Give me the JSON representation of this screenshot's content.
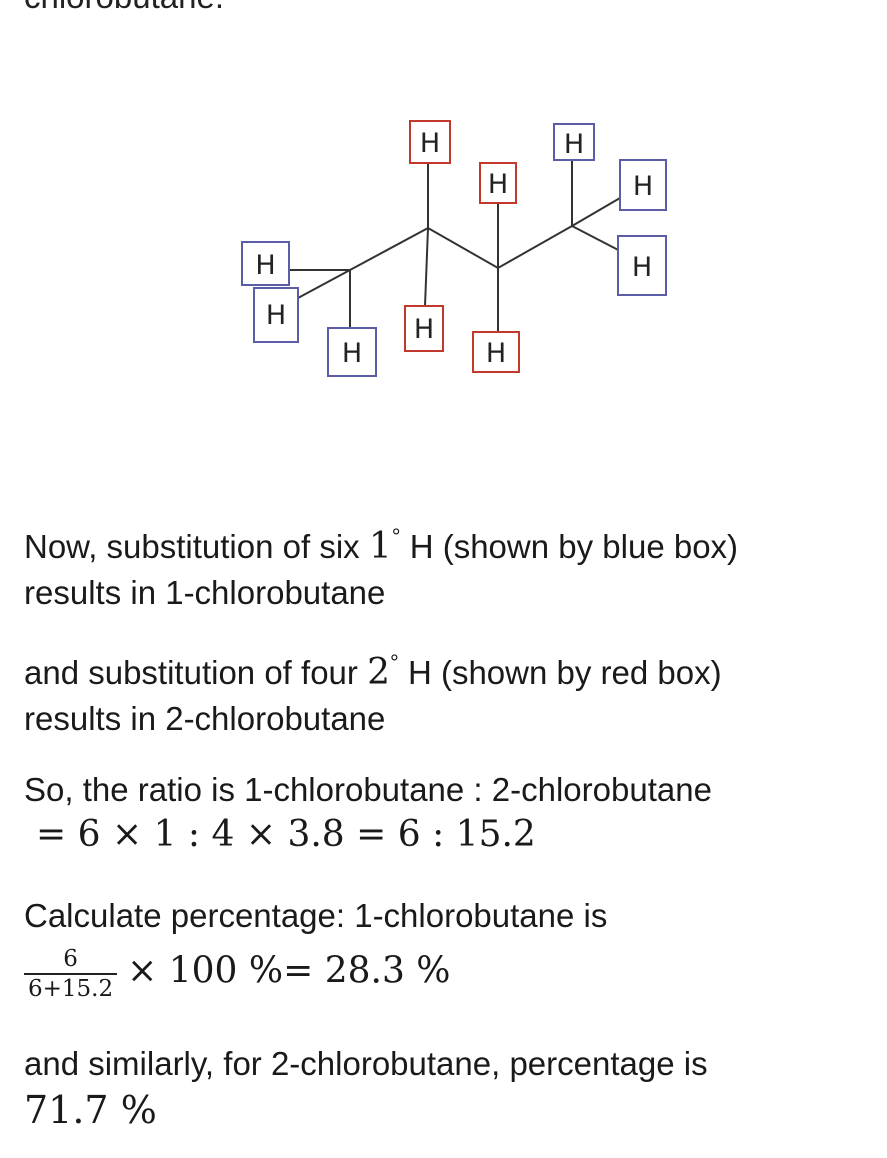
{
  "top_cut_text": "chlorobutane.",
  "diagram": {
    "h_label": "H",
    "colors": {
      "primary_box": "#5b5ea6",
      "secondary_box": "#c0392b"
    }
  },
  "p1": {
    "text_a": "Now, substitution of six",
    "degree_num": "1",
    "degree_sym": "°",
    "text_b": " H (shown by blue box)",
    "line2": "results in 1-chlorobutane"
  },
  "p2": {
    "text_a": "and substitution of four",
    "degree_num": "2",
    "degree_sym": "°",
    "text_b": " H (shown by red box)",
    "line2": "results in 2-chlorobutane"
  },
  "p3": {
    "line1": "So, the ratio is 1-chlorobutane : 2-chlorobutane",
    "equation": "= 6 × 1 : 4 × 3.8 = 6 : 15.2"
  },
  "p4": {
    "line1": "Calculate percentage: 1-chlorobutane is",
    "frac_num": "6",
    "frac_den": "6+15.2",
    "rest": "× 100 %= 28.3 %"
  },
  "p5": {
    "line1": "and similarly, for 2-chlorobutane, percentage is",
    "value": "71.7 %"
  }
}
